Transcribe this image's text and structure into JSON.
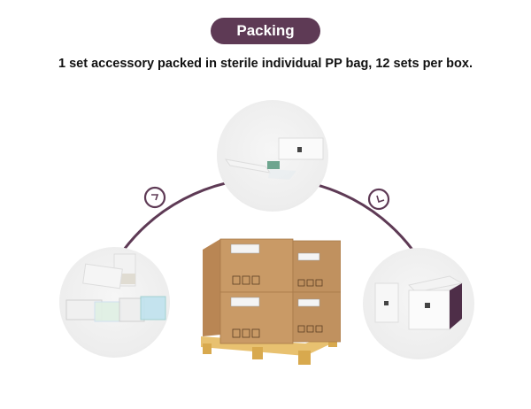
{
  "header": {
    "badge_label": "Packing",
    "description": "1 set accessory packed in sterile individual PP bag, 12 sets per box."
  },
  "colors": {
    "accent": "#5e3a55",
    "text": "#111111",
    "cardboard": "#c99a66",
    "pallet": "#e8c170"
  },
  "flow": {
    "steps": [
      {
        "name": "step-1-accessories",
        "description": "Accessory set with individual sterile PP bags"
      },
      {
        "name": "step-2-bagged-set",
        "description": "Accessory inserted into packaging sleeve"
      },
      {
        "name": "step-3-box",
        "description": "12 sets per box"
      },
      {
        "name": "step-4-pallet",
        "description": "Boxes stacked on wooden pallet"
      }
    ],
    "arrow_icons": [
      "arrow-icon-left",
      "arrow-icon-right"
    ]
  }
}
